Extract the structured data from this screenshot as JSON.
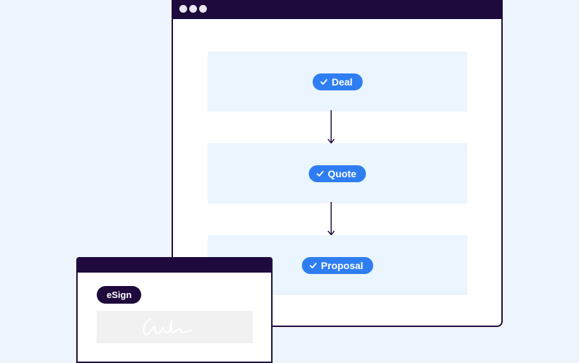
{
  "workflow_window": {
    "steps": [
      {
        "label": "Deal",
        "icon": "check-icon"
      },
      {
        "label": "Quote",
        "icon": "check-icon"
      },
      {
        "label": "Proposal",
        "icon": "check-icon"
      }
    ]
  },
  "esign_window": {
    "badge_label": "eSign",
    "signature_icon": "signature-scribble"
  },
  "colors": {
    "background": "#eef4fc",
    "window_chrome": "#1e0a3c",
    "step_background": "#eaf5fd",
    "pill_accent": "#2e7ef2",
    "signature_field": "#f1f1f1"
  }
}
